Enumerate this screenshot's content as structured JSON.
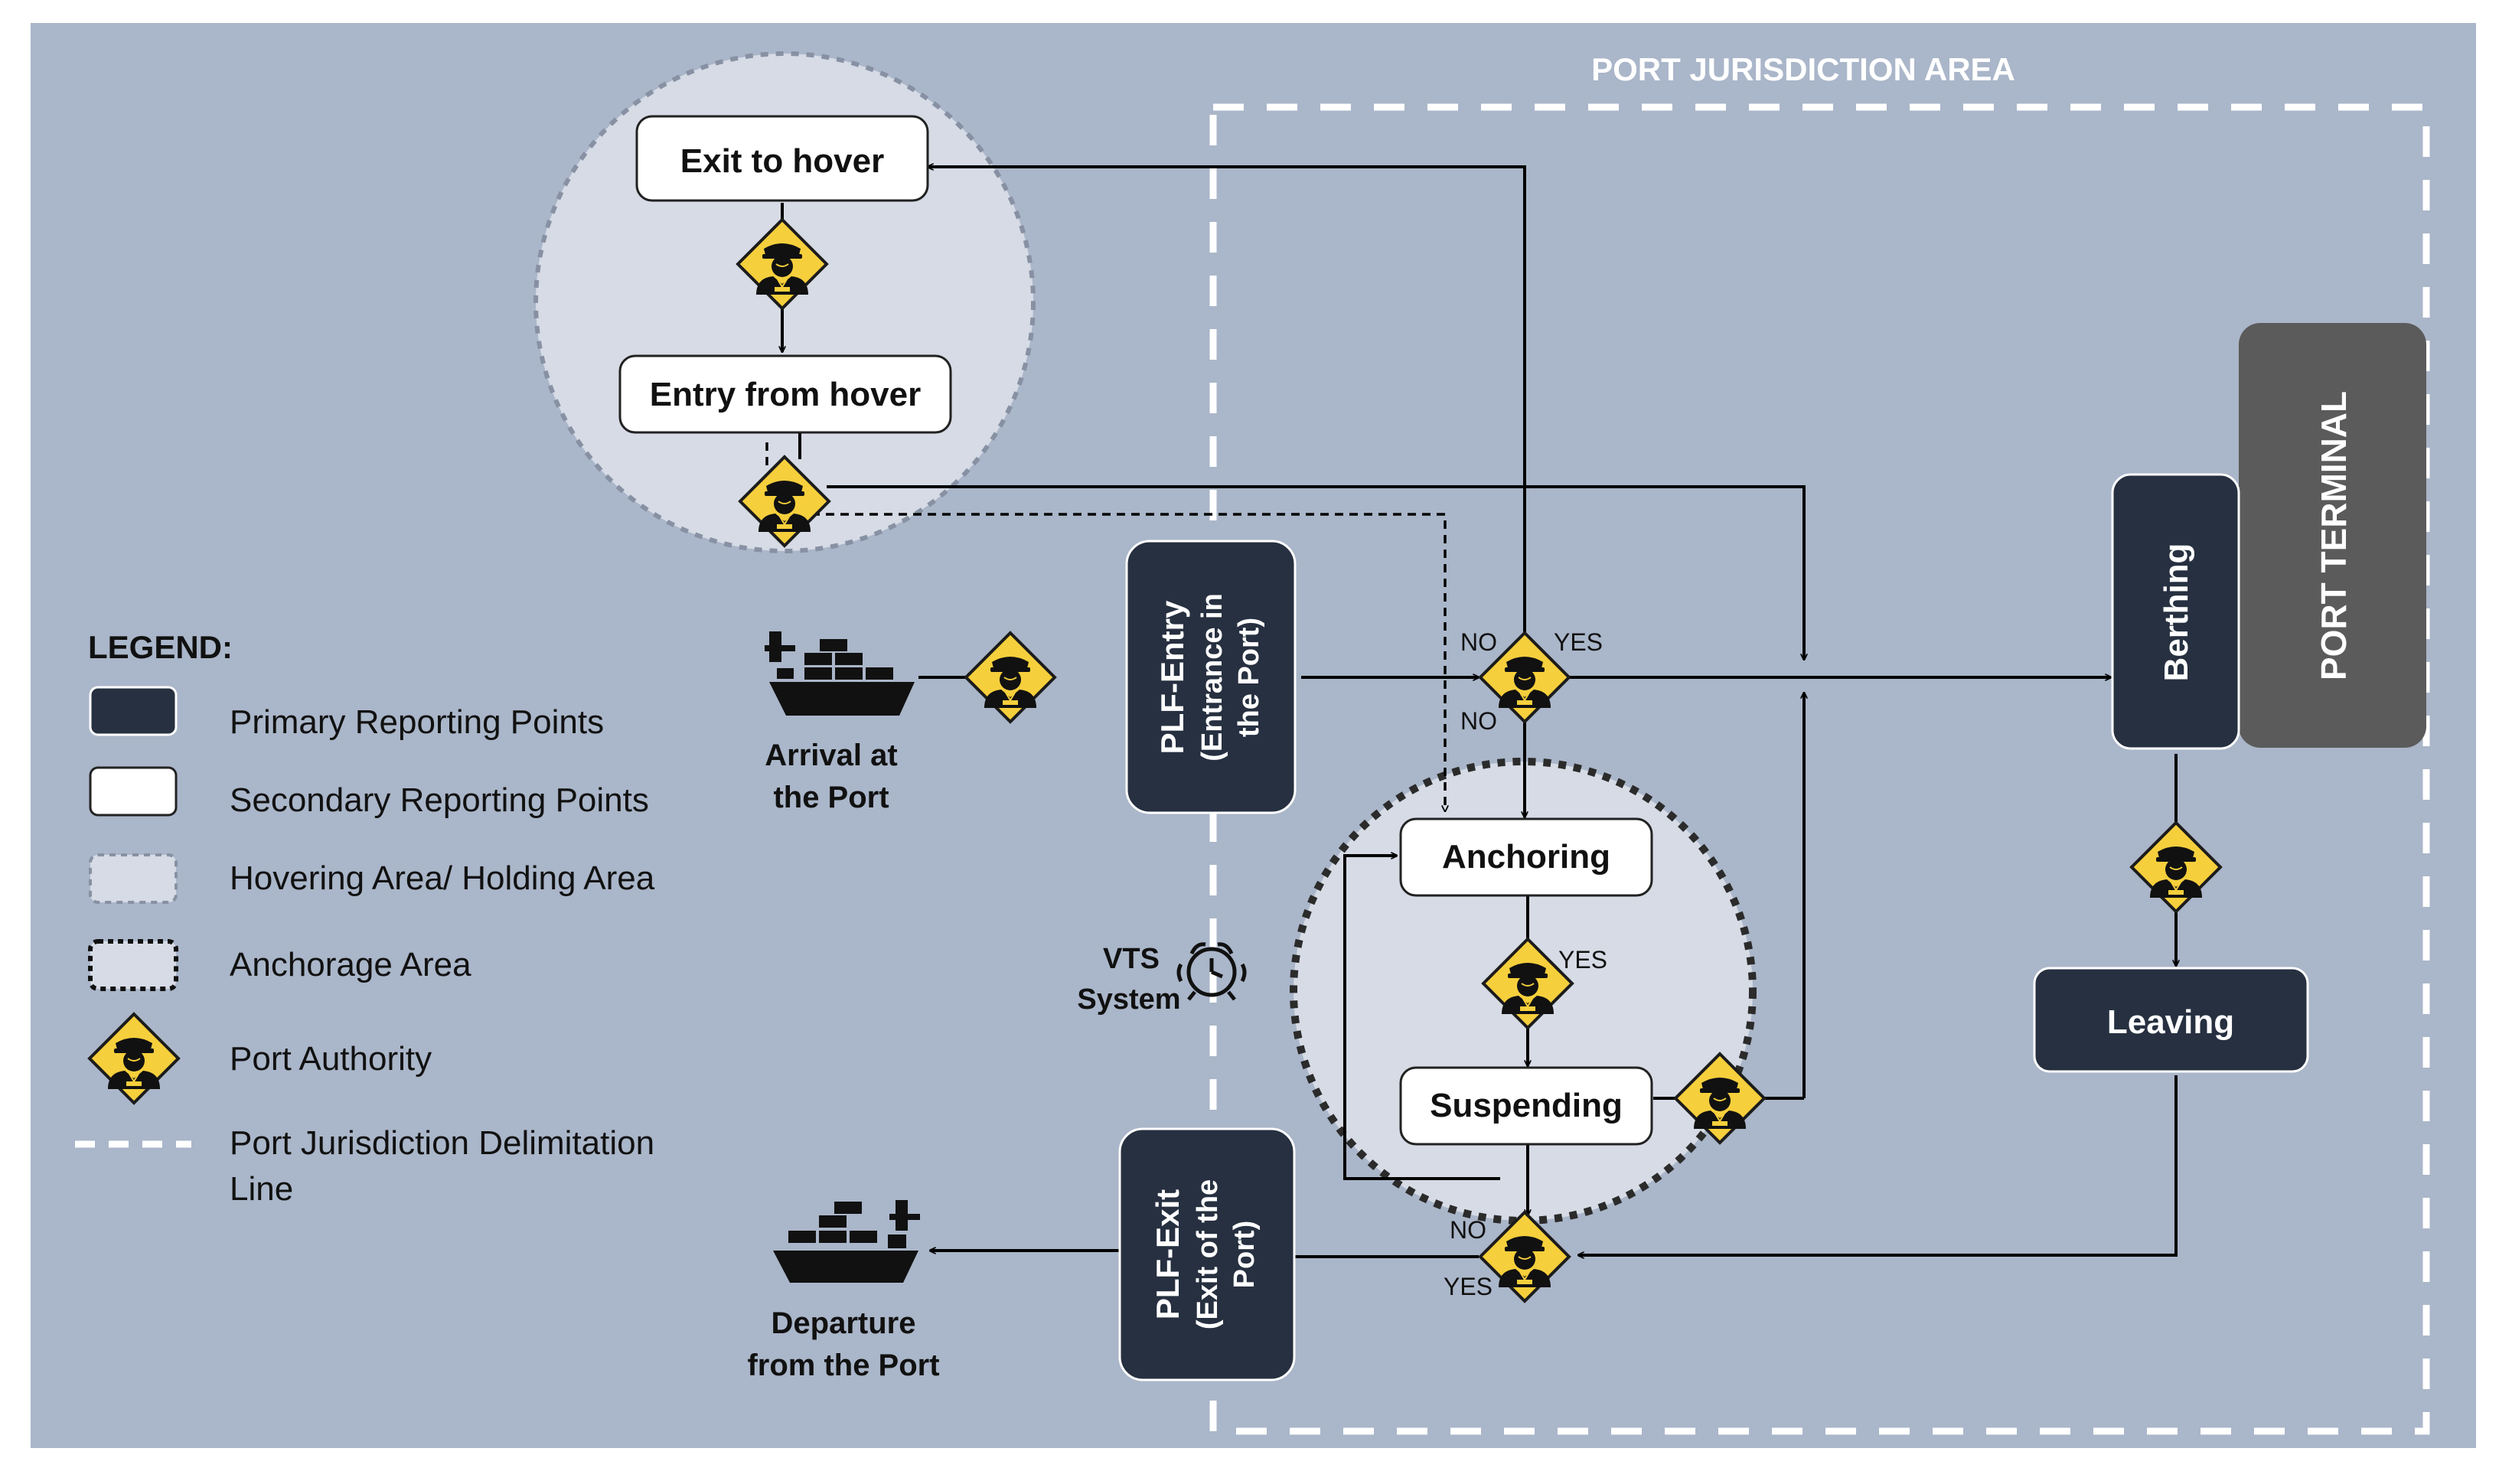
{
  "colors": {
    "canvas": "#aab6c9",
    "hover_area": "#d6dbe5",
    "primary_box": "#263040",
    "secondary_box": "#ffffff",
    "terminal": "#5b5b5b",
    "authority_diamond": "#f6cf3c",
    "dashed_line": "#ffffff",
    "arrow": "#000000"
  },
  "icons": {
    "authority": "port-authority-officer-icon",
    "arrival_ship": "cargo-ship-icon",
    "departure_ship": "cargo-ship-icon",
    "vts": "alarm-clock-icon"
  },
  "labels": {
    "jurisdiction_title": "PORT JURISDICTION AREA",
    "port_terminal": "PORT TERMINAL",
    "exit_to_hover": "Exit to hover",
    "entry_from_hover": "Entry from hover",
    "plf_entry_line1": "PLF-Entry",
    "plf_entry_line2": "(Entrance in",
    "plf_entry_line3": "the Port)",
    "plf_exit_line1": "PLF-Exit",
    "plf_exit_line2": "(Exit of the",
    "plf_exit_line3": "Port)",
    "anchoring": "Anchoring",
    "suspending": "Suspending",
    "berthing": "Berthing",
    "leaving": "Leaving",
    "arrival_line1": "Arrival at",
    "arrival_line2": "the Port",
    "departure_line1": "Departure",
    "departure_line2": "from the Port",
    "vts_line1": "VTS",
    "vts_line2": "System",
    "no": "NO",
    "yes": "YES"
  },
  "legend": {
    "title": "LEGEND:",
    "primary": "Primary Reporting Points",
    "secondary": "Secondary Reporting Points",
    "hovering": "Hovering Area/ Holding Area",
    "anchorage": "Anchorage Area",
    "authority": "Port Authority",
    "delimitation_line1": "Port Jurisdiction Delimitation",
    "delimitation_line2": "Line"
  }
}
